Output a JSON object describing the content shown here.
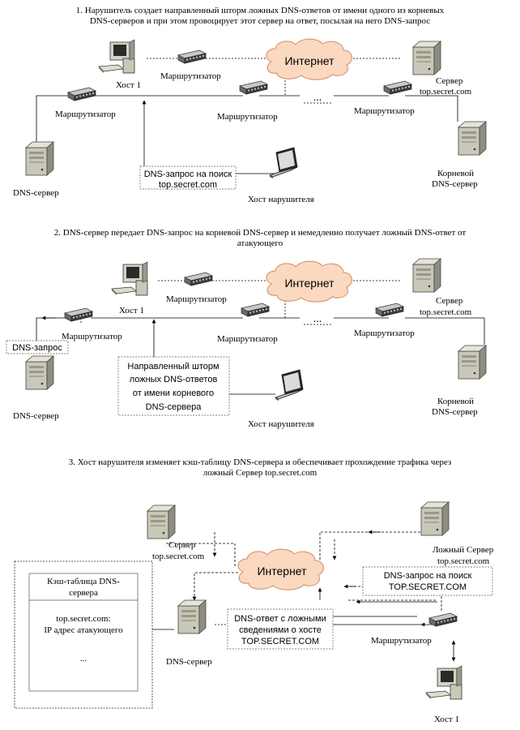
{
  "section1": {
    "caption_line1": "1. Нарушитель создает направленный шторм ложных DNS-ответов от имени одного из корневых",
    "caption_line2": "DNS-серверов и при этом провоцирует этот сервер на ответ, посылая на него DNS-запрос",
    "host1": "Хост 1",
    "router_top": "Маршрутизатор",
    "router_left": "Маршрутизатор",
    "router_mid": "Маршрутизатор",
    "router_right": "Маршрутизатор",
    "internet": "Интернет",
    "ellipsis": "...",
    "server_line1": "Сервер",
    "server_line2": "top.secret.com",
    "dns_server": "DNS-сервер",
    "root_line1": "Корневой",
    "root_line2": "DNS-сервер",
    "attacker": "Хост нарушителя",
    "query_line1": "DNS-запрос на поиск",
    "query_line2": "top.secret.com"
  },
  "section2": {
    "caption_line1": "2. DNS-сервер передает DNS-запрос на корневой DNS-сервер и немедленно получает ложный DNS-ответ от",
    "caption_line2": "атакующего",
    "host1": "Хост 1",
    "router_top": "Маршрутизатор",
    "router_left": "Маршрутизатор",
    "router_mid": "Маршрутизатор",
    "router_right": "Маршрутизатор",
    "internet": "Интернет",
    "ellipsis": "...",
    "server_line1": "Сервер",
    "server_line2": "top.secret.com",
    "dns_query": "DNS-запрос",
    "dns_server": "DNS-сервер",
    "root_line1": "Корневой",
    "root_line2": "DNS-сервер",
    "attacker": "Хост нарушителя",
    "storm_line1": "Направленный шторм",
    "storm_line2": "ложных DNS-ответов",
    "storm_line3": "от имени корневого",
    "storm_line4": "DNS-сервера"
  },
  "section3": {
    "caption_line1": "3. Хост нарушителя изменяет кэш-таблицу DNS-сервера и обеспечивает прохождение трафика через",
    "caption_line2": "ложный Сервер top.secret.com",
    "server_line1": "Сервер",
    "server_line2": "top.secret.com",
    "fake_line1": "Ложный Сервер",
    "fake_line2": "top.secret.com",
    "internet": "Интернет",
    "cache_title1": "Кэш-таблица DNS-",
    "cache_title2": "сервера",
    "cache_entry1": "top.secret.com:",
    "cache_entry2": "IP адрес атакующего",
    "cache_more": "...",
    "dns_server": "DNS-сервер",
    "query_line1": "DNS-запрос на поиск",
    "query_line2": "TOP.SECRET.COM",
    "answer_line1": "DNS-ответ с ложными",
    "answer_line2": "сведениями о хосте",
    "answer_line3": "TOP.SECRET.COM",
    "router": "Маршрутизатор",
    "host1": "Хост 1"
  }
}
